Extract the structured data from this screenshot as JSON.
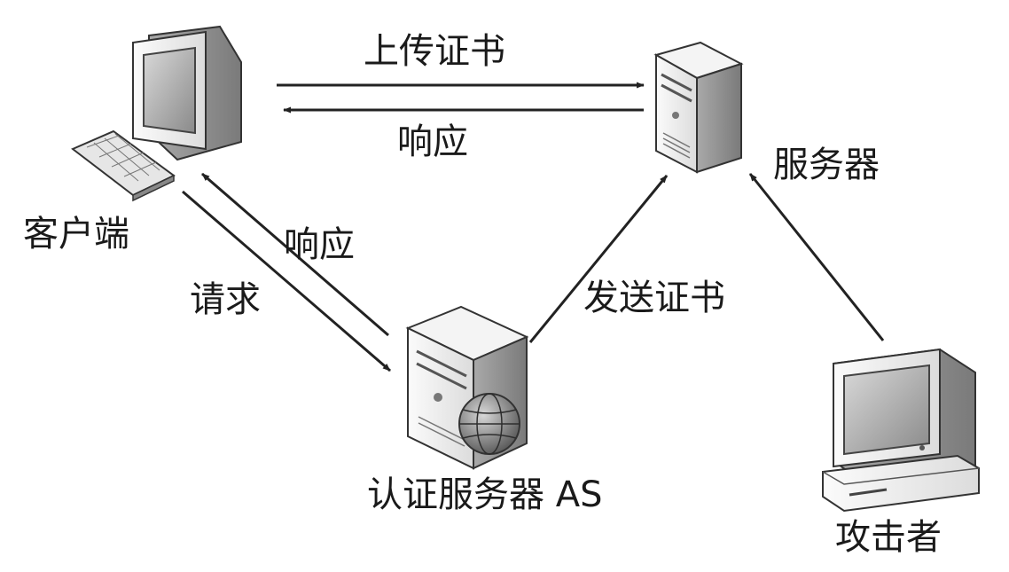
{
  "nodes": {
    "client": {
      "label": "客户端",
      "icon": "desktop-computer-icon"
    },
    "server": {
      "label": "服务器",
      "icon": "tower-server-icon"
    },
    "auth_server": {
      "label": "认证服务器 AS",
      "icon": "server-globe-icon"
    },
    "attacker": {
      "label": "攻击者",
      "icon": "terminal-computer-icon"
    }
  },
  "edges": {
    "client_to_server": {
      "label": "上传证书"
    },
    "server_to_client": {
      "label": "响应"
    },
    "client_to_as": {
      "label": "请求"
    },
    "as_to_client": {
      "label": "响应"
    },
    "as_to_server": {
      "label": "发送证书"
    }
  },
  "colors": {
    "line": "#222222",
    "device_light": "#f2f2f2",
    "device_mid": "#c8c8c8",
    "device_dark": "#6f6f6f"
  }
}
